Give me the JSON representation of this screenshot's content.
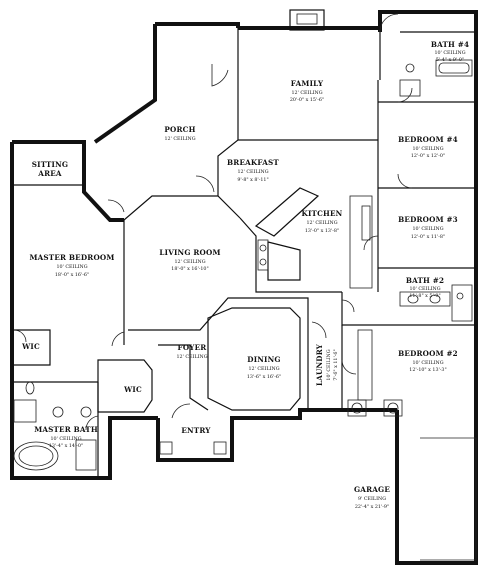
{
  "rooms": [
    {
      "id": "bath4",
      "name": "BATH #4",
      "ceiling": "10' CEILING",
      "dims": "5'-4\" x 9'-0\""
    },
    {
      "id": "family",
      "name": "FAMILY",
      "ceiling": "12' CEILING",
      "dims": "20'-0\" x 15'-6\""
    },
    {
      "id": "porch",
      "name": "PORCH",
      "ceiling": "12' CEILING",
      "dims": ""
    },
    {
      "id": "bedroom4",
      "name": "BEDROOM #4",
      "ceiling": "10' CEILING",
      "dims": "12'-0\" x 12'-0\""
    },
    {
      "id": "breakfast",
      "name": "BREAKFAST",
      "ceiling": "12' CEILING",
      "dims": "9'-8\" x 8'-11\""
    },
    {
      "id": "sitting",
      "name": "SITTING AREA",
      "ceiling": "",
      "dims": ""
    },
    {
      "id": "kitchen",
      "name": "KITCHEN",
      "ceiling": "12' CEILING",
      "dims": "13'-0\" x 13'-8\""
    },
    {
      "id": "bedroom3",
      "name": "BEDROOM #3",
      "ceiling": "10' CEILING",
      "dims": "12'-0\" x 11'-8\""
    },
    {
      "id": "living",
      "name": "LIVING ROOM",
      "ceiling": "12' CEILING",
      "dims": "18'-0\" x 16'-10\""
    },
    {
      "id": "master",
      "name": "MASTER BEDROOM",
      "ceiling": "10' CEILING",
      "dims": "18'-0\" x 16'-6\""
    },
    {
      "id": "bath2",
      "name": "BATH #2",
      "ceiling": "10' CEILING",
      "dims": "11'-8\" x 5'-0\""
    },
    {
      "id": "wic1",
      "name": "WIC",
      "ceiling": "",
      "dims": ""
    },
    {
      "id": "foyer",
      "name": "FOYER",
      "ceiling": "12' CEILING",
      "dims": ""
    },
    {
      "id": "dining",
      "name": "DINING",
      "ceiling": "12' CEILING",
      "dims": "13'-6\" x 16'-6\""
    },
    {
      "id": "laundry",
      "name": "LAUNDRY",
      "ceiling": "10' CEILING",
      "dims": "7'-6\" x 11'-6\""
    },
    {
      "id": "bedroom2",
      "name": "BEDROOM #2",
      "ceiling": "10' CEILING",
      "dims": "12'-10\" x 13'-3\""
    },
    {
      "id": "wic2",
      "name": "WIC",
      "ceiling": "",
      "dims": ""
    },
    {
      "id": "masterbath",
      "name": "MASTER BATH",
      "ceiling": "10' CEILING",
      "dims": "13'-4\" x 14'-0\""
    },
    {
      "id": "entry",
      "name": "ENTRY",
      "ceiling": "",
      "dims": ""
    },
    {
      "id": "garage",
      "name": "GARAGE",
      "ceiling": "9' CEILING",
      "dims": "22'-4\" x 21'-9\""
    }
  ]
}
